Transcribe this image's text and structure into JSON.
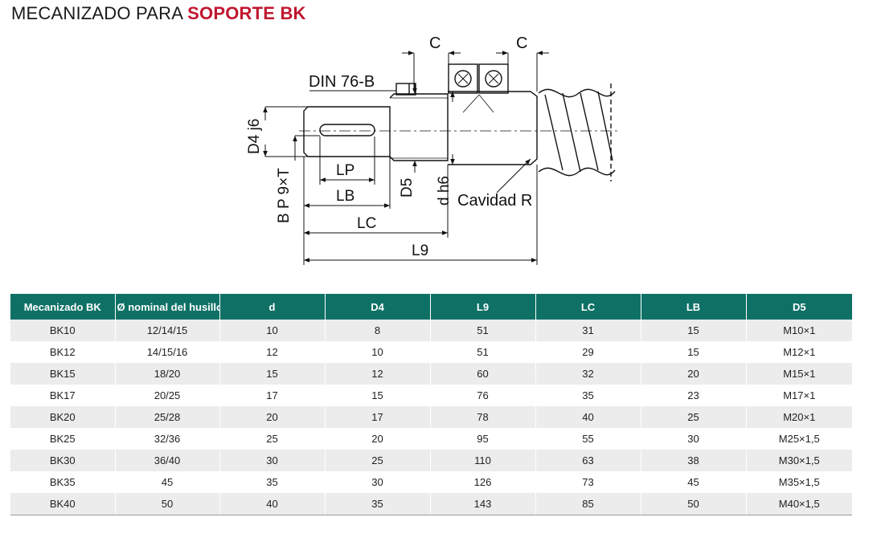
{
  "title": {
    "prefix": "MECANIZADO PARA",
    "highlight": "SOPORTE BK"
  },
  "colors": {
    "header_bg": "#0f7166",
    "highlight": "#c0172f",
    "row_alt": "#ececec"
  },
  "drawing": {
    "labels": {
      "c": "C",
      "din": "DIN 76-B",
      "d4": "D4 j6",
      "bp": "B P 9×T",
      "lp": "LP",
      "lb": "LB",
      "d5": "D5",
      "dh6": "d h6",
      "cavidad": "Cavidad R",
      "lc": "LC",
      "l9": "L9"
    }
  },
  "table": {
    "headers": [
      "Mecanizado BK",
      "Ø nominal del husillo",
      "d",
      "D4",
      "L9",
      "LC",
      "LB",
      "D5"
    ],
    "rows": [
      [
        "BK10",
        "12/14/15",
        "10",
        "8",
        "51",
        "31",
        "15",
        "M10×1"
      ],
      [
        "BK12",
        "14/15/16",
        "12",
        "10",
        "51",
        "29",
        "15",
        "M12×1"
      ],
      [
        "BK15",
        "18/20",
        "15",
        "12",
        "60",
        "32",
        "20",
        "M15×1"
      ],
      [
        "BK17",
        "20/25",
        "17",
        "15",
        "76",
        "35",
        "23",
        "M17×1"
      ],
      [
        "BK20",
        "25/28",
        "20",
        "17",
        "78",
        "40",
        "25",
        "M20×1"
      ],
      [
        "BK25",
        "32/36",
        "25",
        "20",
        "95",
        "55",
        "30",
        "M25×1,5"
      ],
      [
        "BK30",
        "36/40",
        "30",
        "25",
        "110",
        "63",
        "38",
        "M30×1,5"
      ],
      [
        "BK35",
        "45",
        "35",
        "30",
        "126",
        "73",
        "45",
        "M35×1,5"
      ],
      [
        "BK40",
        "50",
        "40",
        "35",
        "143",
        "85",
        "50",
        "M40×1,5"
      ]
    ]
  }
}
